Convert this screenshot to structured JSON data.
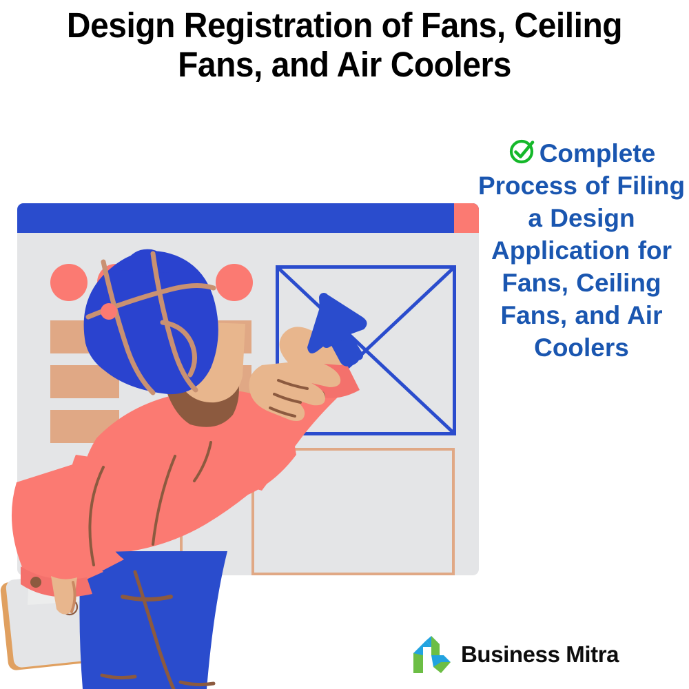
{
  "heading": {
    "line1": "Design Registration of Fans, Ceiling",
    "line2": "Fans, and Air Coolers",
    "full": "Design Registration of Fans, Ceiling Fans, and Air Coolers",
    "color": "#000000"
  },
  "callout": {
    "text": "Complete Process of Filing a Design Application for Fans, Ceiling Fans, and Air Coolers",
    "icon": "check-circle-icon",
    "icon_color": "#15b82a",
    "text_color": "#1a56b0"
  },
  "window": {
    "titlebar_color": "#2a4ccd",
    "titlebar_accent_color": "#fb7a72",
    "body_color": "#e4e5e7",
    "dots": [
      {
        "name": "circle-dot-1"
      },
      {
        "name": "circle-dot-2"
      },
      {
        "name": "circle-dot-3"
      },
      {
        "name": "circle-dot-4"
      }
    ],
    "dot_color": "#fb7a72",
    "bar_color": "#e0a885",
    "bars_left": [
      {
        "name": "content-bar-left-1"
      },
      {
        "name": "content-bar-left-2"
      },
      {
        "name": "content-bar-left-3"
      }
    ],
    "bars_right": [
      {
        "name": "content-bar-right-1"
      },
      {
        "name": "content-bar-right-2"
      },
      {
        "name": "content-bar-right-3"
      }
    ],
    "image_placeholder": {
      "name": "image-placeholder-box",
      "border_color": "#2a4ccd"
    },
    "outline_rects": [
      {
        "name": "outline-rect-large"
      },
      {
        "name": "outline-rect-small"
      }
    ],
    "cursor": {
      "name": "cursor-arrow-icon",
      "color": "#2a4ccd"
    }
  },
  "illustration": {
    "skin": "#e8b68d",
    "skin_shadow": "#d9a379",
    "shirt": "#fb7a72",
    "pants": "#2a4ccd",
    "turban": "#2a43cf",
    "turban_stripe": "#c99172",
    "hair": "#8c5a3f",
    "tablet": "#e4e5e7",
    "tablet_edge": "#e0a060"
  },
  "logo": {
    "brand": "Business Mitra",
    "mark_name": "business-mitra-logo-mark",
    "mark_green": "#6cbe45",
    "mark_blue": "#22a3e0"
  }
}
